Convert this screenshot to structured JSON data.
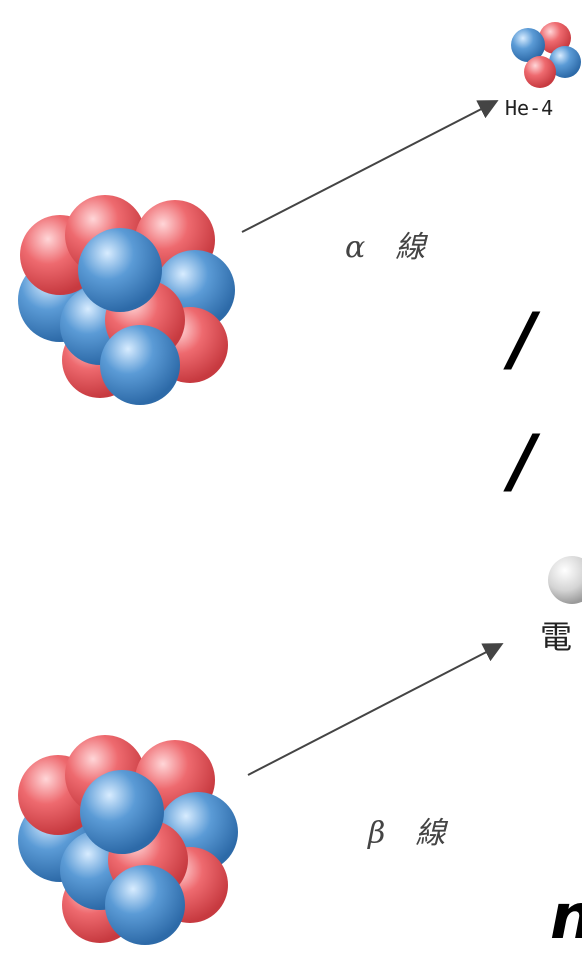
{
  "alpha": {
    "product_label": "He-4",
    "ray_label": "α　線"
  },
  "beta": {
    "product_label": "電",
    "ray_label": "β　線"
  },
  "cropped_text": {
    "line1": "/",
    "line2": "/",
    "line3": "n"
  },
  "colors": {
    "proton": "#e8585d",
    "neutron": "#4f8fc9",
    "electron": "#cfcfcf",
    "arrow": "#444444"
  }
}
